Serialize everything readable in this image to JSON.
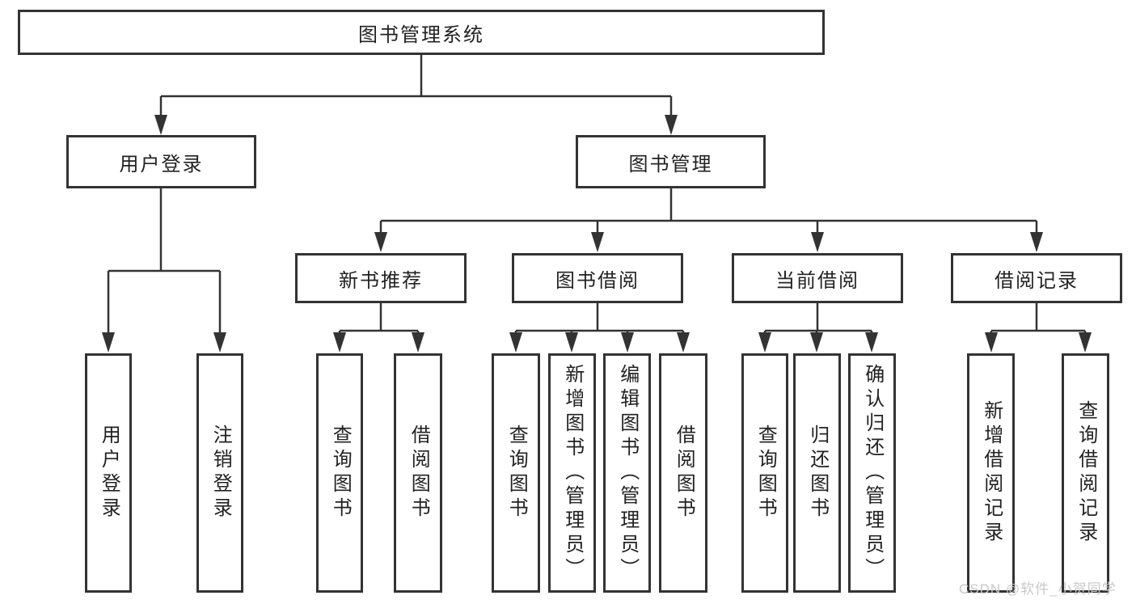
{
  "tree": {
    "label": "图书管理系统",
    "children": [
      {
        "label": "用户登录",
        "children": [
          {
            "label": "用户登录"
          },
          {
            "label": "注销登录"
          }
        ]
      },
      {
        "label": "图书管理",
        "children": [
          {
            "label": "新书推荐",
            "children": [
              {
                "label": "查询图书"
              },
              {
                "label": "借阅图书"
              }
            ]
          },
          {
            "label": "图书借阅",
            "children": [
              {
                "label": "查询图书"
              },
              {
                "label": "新增图书（管理员）"
              },
              {
                "label": "编辑图书（管理员）"
              },
              {
                "label": "借阅图书"
              }
            ]
          },
          {
            "label": "当前借阅",
            "children": [
              {
                "label": "查询图书"
              },
              {
                "label": "归还图书"
              },
              {
                "label": "确认归还（管理员）"
              }
            ]
          },
          {
            "label": "借阅记录",
            "children": [
              {
                "label": "新增借阅记录"
              },
              {
                "label": "查询借阅记录"
              }
            ]
          }
        ]
      }
    ]
  },
  "watermark": {
    "text": "CSDN @软件_小贺同学"
  },
  "colors": {
    "background": "#ffffff",
    "line": "#333333",
    "box_border": "#333333",
    "text": "#222222",
    "watermark_text": "#c9c9c9"
  }
}
